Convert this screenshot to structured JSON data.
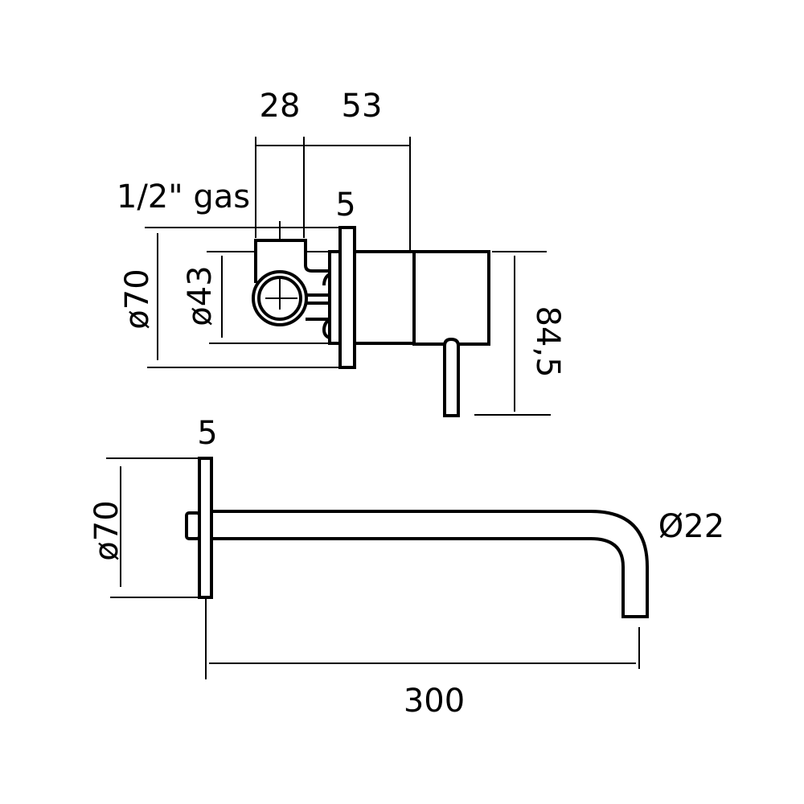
{
  "mixer": {
    "dim_28": "28",
    "dim_53": "53",
    "thread_label": "1/2\" gas",
    "dim_5": "5",
    "dim_70": "ø70",
    "dim_43": "ø43",
    "dim_84_5": "84,5"
  },
  "spout": {
    "dim_5": "5",
    "dim_70": "ø70",
    "dim_22": "Ø22",
    "dim_300": "300"
  },
  "colors": {
    "line": "#000000",
    "background": "#ffffff"
  }
}
